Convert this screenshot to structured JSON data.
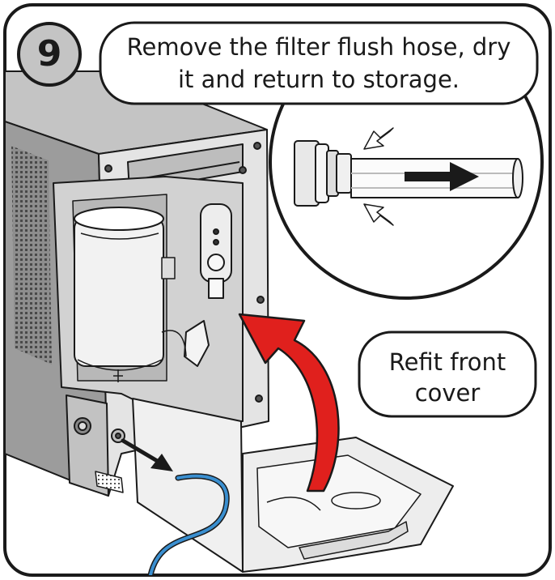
{
  "step": {
    "number": "9"
  },
  "instruction": {
    "line1": "Remove the filter flush hose, dry",
    "line2": "it and return to storage."
  },
  "callout": {
    "line1": "Refit front",
    "line2": "cover"
  },
  "colors": {
    "outline": "#1a1a1a",
    "cabinet_top": "#c4c4c4",
    "cabinet_side": "#9a9a9a",
    "cabinet_front": "#e2e2e2",
    "arrow_red": "#e0201d",
    "hose_blue": "#3a8fd0",
    "filter_body": "#f2f2f2"
  },
  "icons": [
    "step-badge",
    "magnifier-callout",
    "pull-arrow-icon",
    "squeeze-arrow-icon",
    "refit-arrow-icon"
  ]
}
